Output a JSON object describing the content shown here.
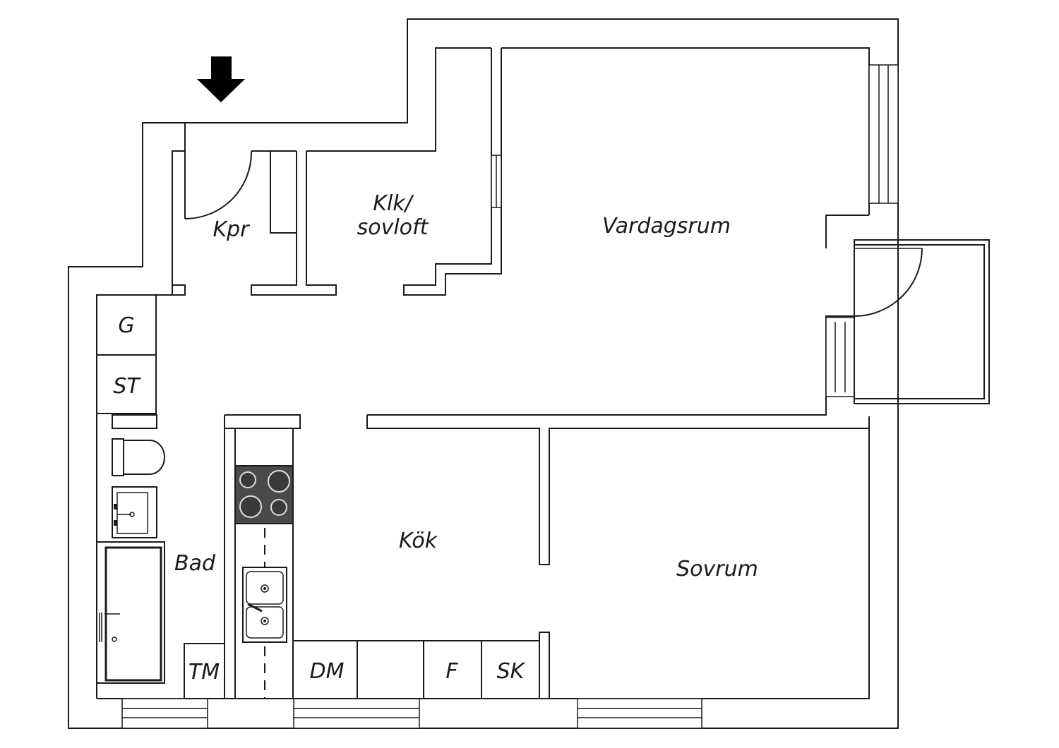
{
  "rooms": {
    "hall": "Kpr",
    "closet_line1": "Klk/",
    "closet_line2": "sovloft",
    "living": "Vardagsrum",
    "kitchen": "Kök",
    "bedroom": "Sovrum",
    "bath": "Bad"
  },
  "fixtures": {
    "g": "G",
    "st": "ST",
    "tm": "TM",
    "dm": "DM",
    "f": "F",
    "sk": "SK"
  },
  "icons": {
    "entrance": "entrance-arrow-icon",
    "stove": "stove-icon",
    "sink": "sink-icon",
    "toilet": "toilet-icon",
    "washbasin": "washbasin-icon",
    "shower": "shower-icon"
  },
  "colors": {
    "line": "#1a1a1a",
    "stove": "#4a4a4a",
    "background": "#ffffff"
  }
}
